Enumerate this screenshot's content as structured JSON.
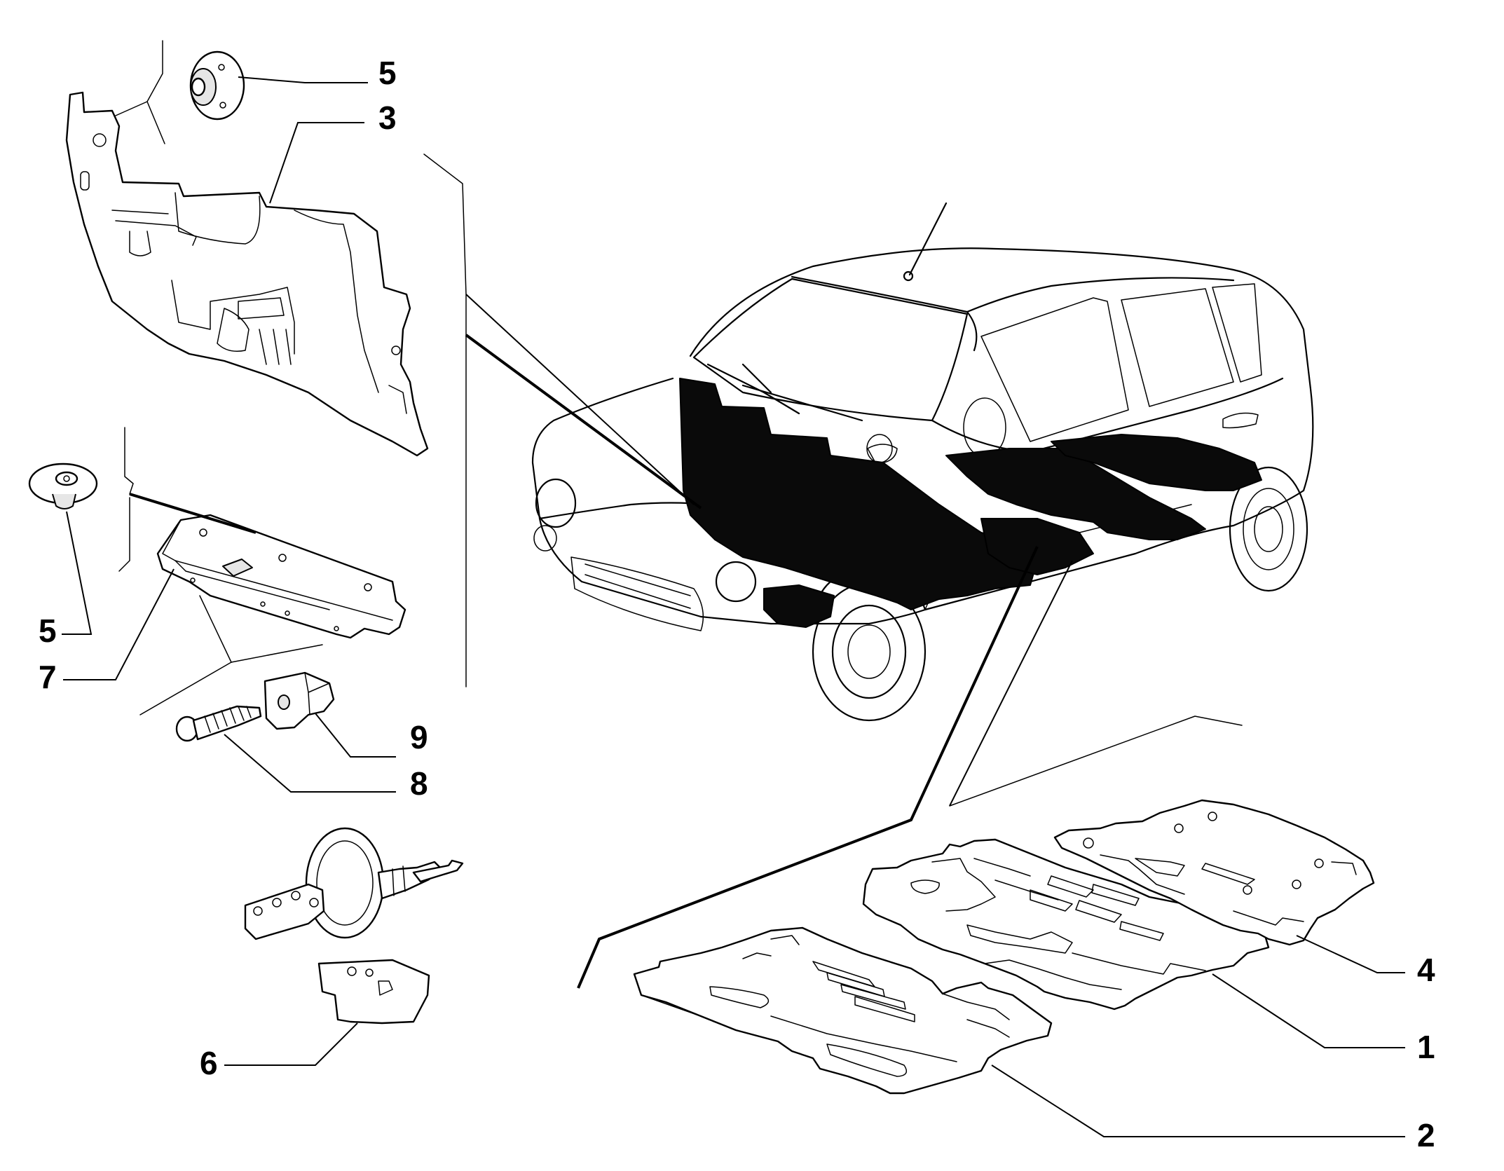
{
  "callouts": [
    {
      "id": "part-1",
      "label": "1"
    },
    {
      "id": "part-2",
      "label": "2"
    },
    {
      "id": "part-3",
      "label": "3"
    },
    {
      "id": "part-4",
      "label": "4"
    },
    {
      "id": "part-5a",
      "label": "5"
    },
    {
      "id": "part-5b",
      "label": "5"
    },
    {
      "id": "part-6",
      "label": "6"
    },
    {
      "id": "part-7",
      "label": "7"
    },
    {
      "id": "part-8",
      "label": "8"
    },
    {
      "id": "part-9",
      "label": "9"
    }
  ],
  "colors": {
    "line": "#000000",
    "background": "#ffffff",
    "insulation": "#0a0a0a"
  }
}
